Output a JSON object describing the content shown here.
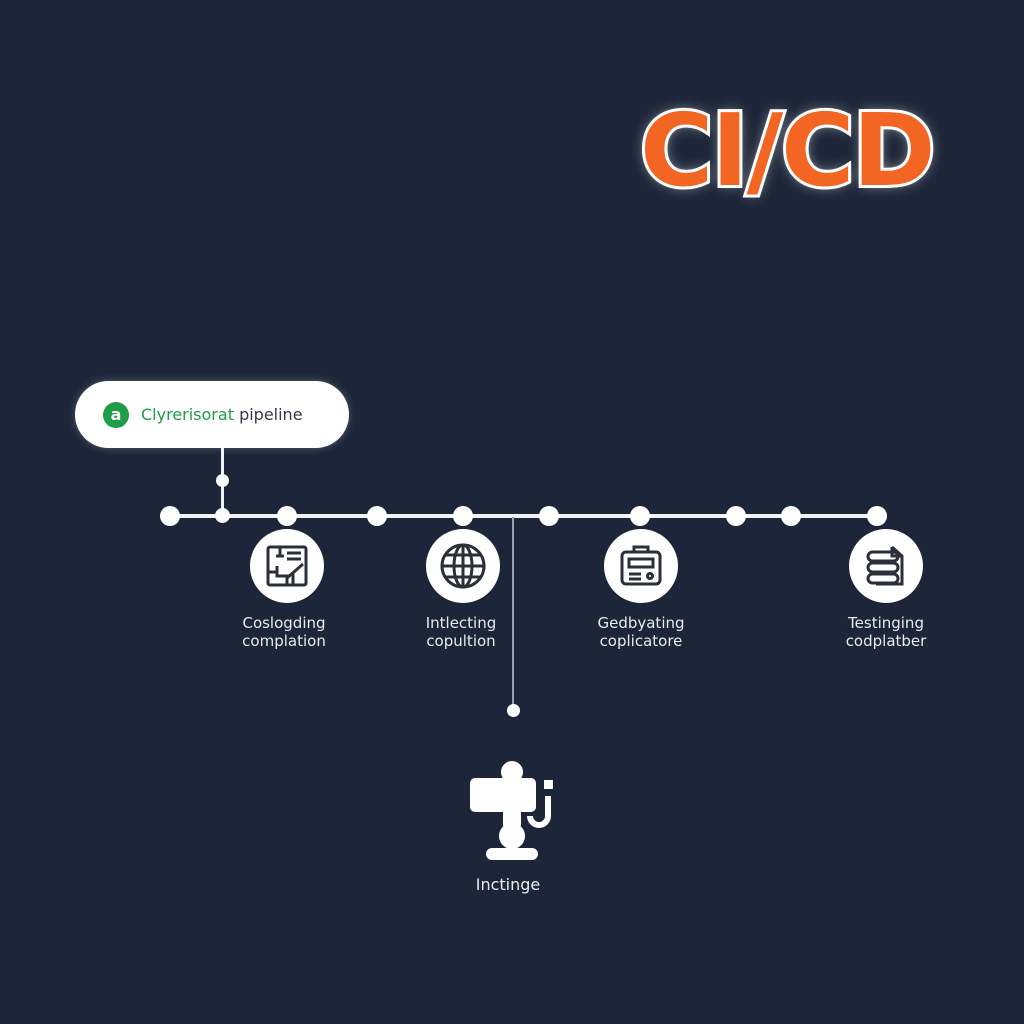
{
  "header": {
    "title": "CI/CD",
    "title_color": "#f26522"
  },
  "pipeline_pill": {
    "icon": "app-logo-icon",
    "icon_glyph": "a",
    "label_green": "Clyrerisorat",
    "label_dark": "pipeline",
    "accent": "#1f9d48"
  },
  "stages": [
    {
      "id": "code",
      "icon": "code-compile-icon",
      "line1": "Coslogding",
      "line2": "complation"
    },
    {
      "id": "integrate",
      "icon": "globe-icon",
      "line1": "Intlecting",
      "line2": "copultion"
    },
    {
      "id": "generate",
      "icon": "package-icon",
      "line1": "Gedbyating",
      "line2": "coplicatore"
    },
    {
      "id": "test",
      "icon": "database-stack-icon",
      "line1": "Testinging",
      "line2": "codplatber"
    }
  ],
  "branch": {
    "icon": "deploy-robot-icon",
    "label": "Inctinge"
  },
  "colors": {
    "background": "#1c2638",
    "line": "#f2f3f5",
    "node": "#ffffff"
  }
}
